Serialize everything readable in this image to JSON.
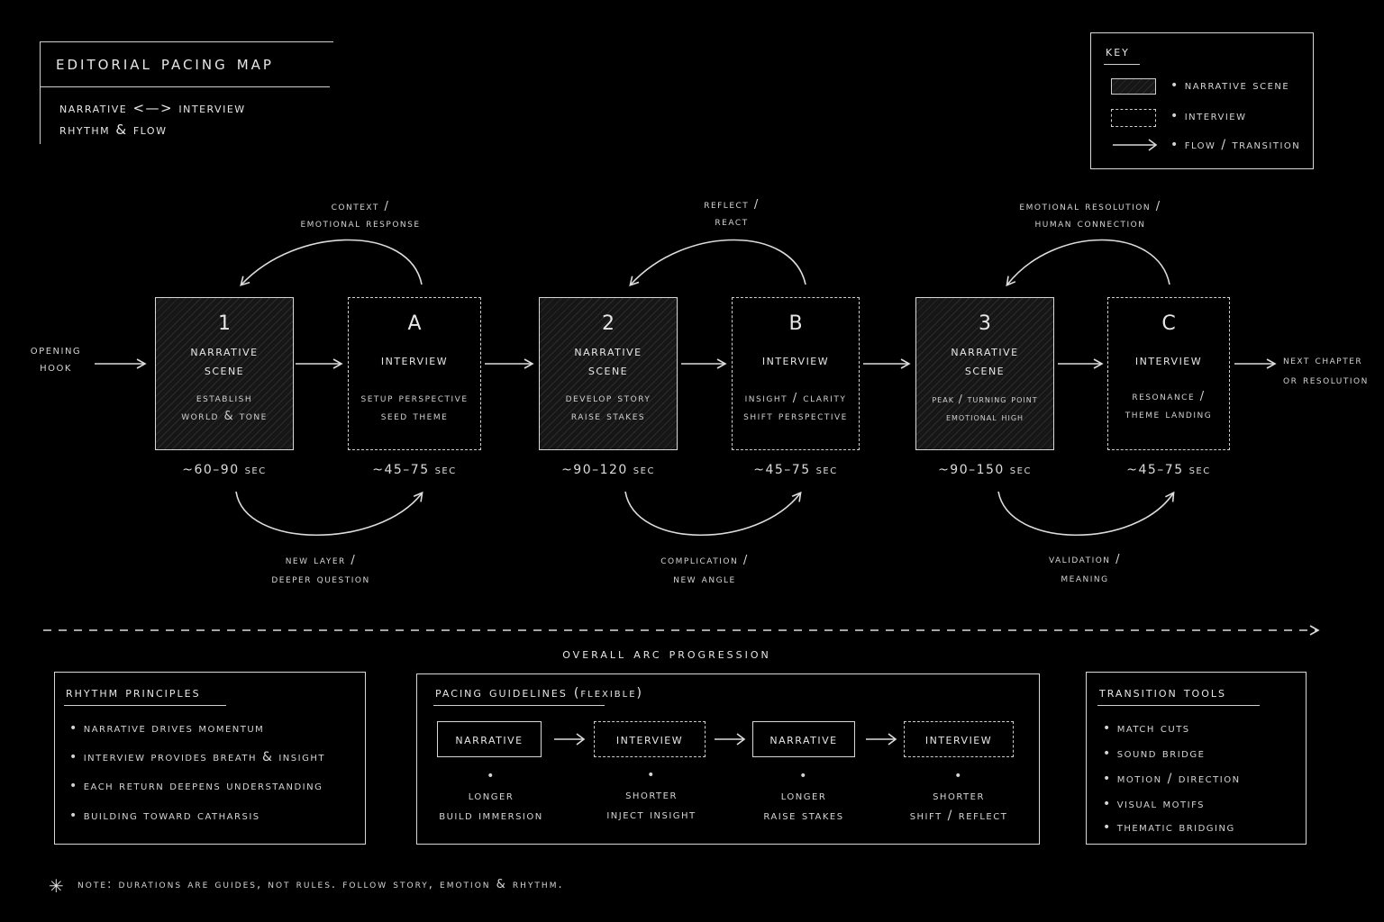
{
  "header": {
    "title": "Editorial Pacing Map",
    "subtitle_line1": "Narrative <—> Interview",
    "subtitle_line2": "Rhythm & Flow"
  },
  "key": {
    "title": "Key",
    "items": [
      {
        "label": "Narrative Scene",
        "icon": "hatched-box-icon"
      },
      {
        "label": "Interview",
        "icon": "dashed-box-icon"
      },
      {
        "label": "Flow / Transition",
        "icon": "arrow-right-icon"
      }
    ]
  },
  "flow": {
    "start_label_1": "Opening",
    "start_label_2": "Hook",
    "end_label_1": "Next Chapter",
    "end_label_2": "or Resolution",
    "scenes": [
      {
        "id": "1",
        "kind": "narrative",
        "title_1": "Narrative",
        "title_2": "Scene",
        "desc_1": "Establish",
        "desc_2": "World & Tone",
        "duration": "~60–90 sec"
      },
      {
        "id": "A",
        "kind": "interview",
        "title_1": "Interview",
        "title_2": "",
        "desc_1": "Setup Perspective",
        "desc_2": "Seed Theme",
        "duration": "~45–75 sec"
      },
      {
        "id": "2",
        "kind": "narrative",
        "title_1": "Narrative",
        "title_2": "Scene",
        "desc_1": "Develop Story",
        "desc_2": "Raise Stakes",
        "duration": "~90–120 sec"
      },
      {
        "id": "B",
        "kind": "interview",
        "title_1": "Interview",
        "title_2": "",
        "desc_1": "Insight / Clarity",
        "desc_2": "Shift Perspective",
        "duration": "~45–75 sec"
      },
      {
        "id": "3",
        "kind": "narrative",
        "title_1": "Narrative",
        "title_2": "Scene",
        "desc_1": "Peak / Turning Point",
        "desc_2": "Emotional High",
        "duration": "~90–150 sec"
      },
      {
        "id": "C",
        "kind": "interview",
        "title_1": "Interview",
        "title_2": "",
        "desc_1": "Resonance /",
        "desc_2": "Theme Landing",
        "duration": "~45–75 sec"
      }
    ],
    "top_arcs": [
      {
        "line_1": "Context /",
        "line_2": "Emotional Response"
      },
      {
        "line_1": "Reflect /",
        "line_2": "React"
      },
      {
        "line_1": "Emotional Resolution /",
        "line_2": "Human Connection"
      }
    ],
    "bottom_arcs": [
      {
        "line_1": "New Layer /",
        "line_2": "Deeper Question"
      },
      {
        "line_1": "Complication /",
        "line_2": "New Angle"
      },
      {
        "line_1": "Validation /",
        "line_2": "Meaning"
      }
    ]
  },
  "arc_label": "Overall Arc Progression",
  "rhythm": {
    "title": "Rhythm Principles",
    "items": [
      "Narrative drives momentum",
      "Interview provides breath & insight",
      "Each return deepens understanding",
      "Building toward catharsis"
    ]
  },
  "pacing": {
    "title": "Pacing Guidelines",
    "title_note": "(flexible)",
    "steps": [
      {
        "label": "Narrative",
        "kind": "narrative",
        "line_1": "Longer",
        "line_2": "Build Immersion"
      },
      {
        "label": "Interview",
        "kind": "interview",
        "line_1": "Shorter",
        "line_2": "Inject Insight"
      },
      {
        "label": "Narrative",
        "kind": "narrative",
        "line_1": "Longer",
        "line_2": "Raise Stakes"
      },
      {
        "label": "Interview",
        "kind": "interview",
        "line_1": "Shorter",
        "line_2": "Shift / Reflect"
      }
    ]
  },
  "tools": {
    "title": "Transition Tools",
    "items": [
      "Match Cuts",
      "Sound Bridge",
      "Motion / Direction",
      "Visual Motifs",
      "Thematic Bridging"
    ]
  },
  "note": {
    "icon": "asterisk-icon",
    "text": "Note: Durations are guides, not rules. Follow story, emotion & rhythm."
  }
}
